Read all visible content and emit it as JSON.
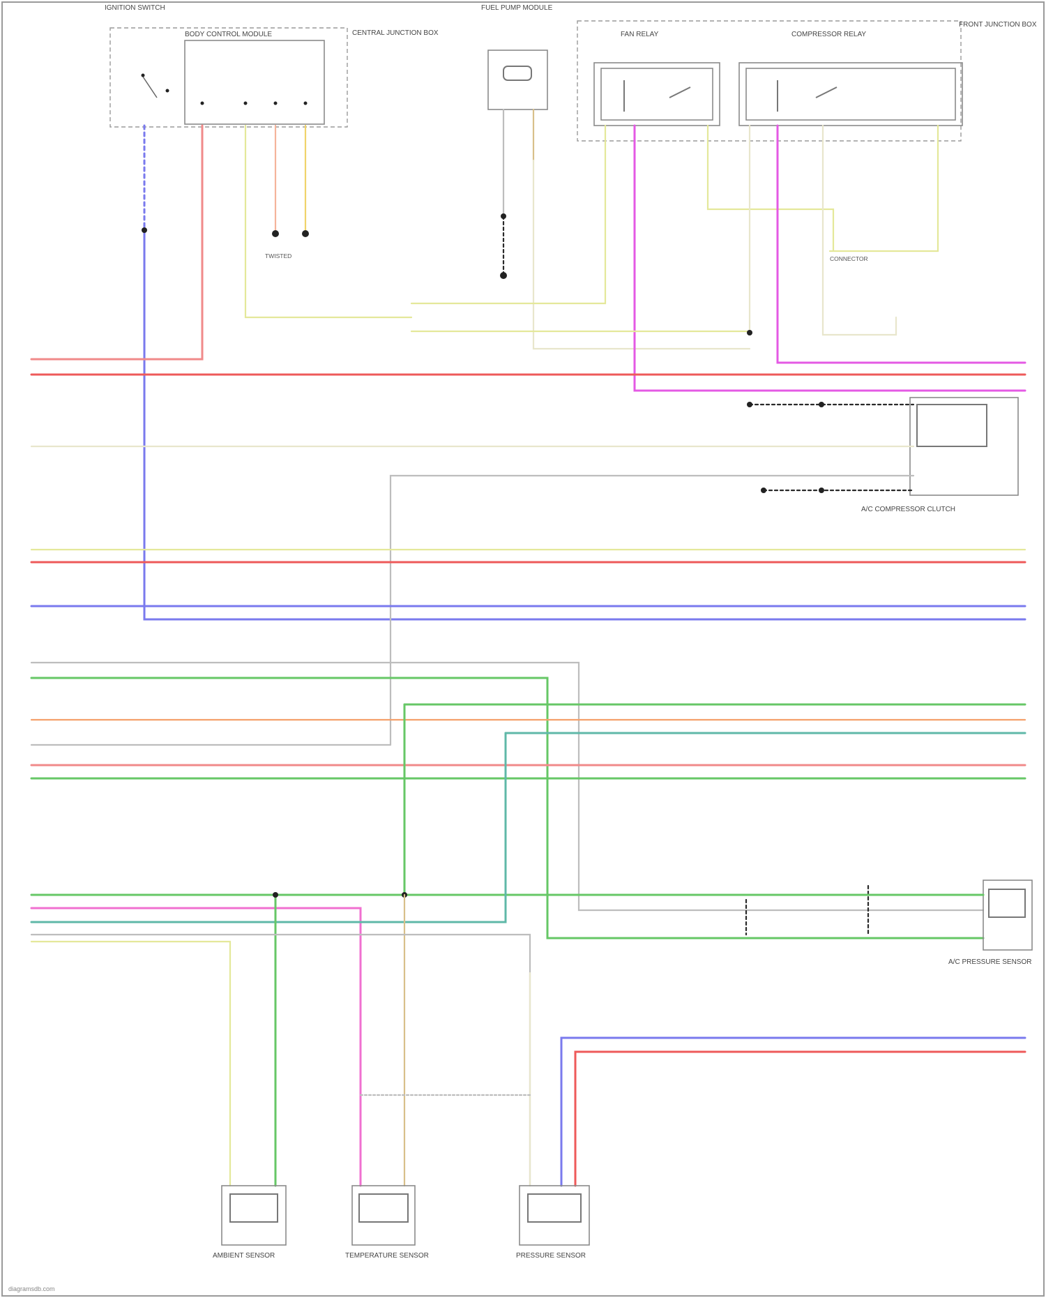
{
  "colors": {
    "red": "#ee5a5a",
    "pink": "#f08a8a",
    "magenta": "#e45ae4",
    "blue": "#7a7aee",
    "green": "#66c766",
    "teal": "#5fb8a8",
    "orange": "#f5a06b",
    "yellow": "#f0e06a",
    "yellowgreen": "#e4e89a",
    "cream": "#e8e6cc",
    "tan": "#d8c08a",
    "gray": "#bdbdbd",
    "black": "#2a2a2a"
  },
  "components": {
    "ignition_switch": "IGNITION SWITCH",
    "body_control_module": "BODY CONTROL MODULE",
    "central_junction_box": "CENTRAL JUNCTION BOX",
    "fuel_pump_module": "FUEL PUMP MODULE",
    "front_junction_box": "FRONT JUNCTION BOX",
    "fan_relay": "FAN RELAY",
    "compressor_relay": "COMPRESSOR RELAY",
    "ac_compressor_clutch": "A/C COMPRESSOR CLUTCH",
    "ac_pressure_sensor": "A/C PRESSURE SENSOR",
    "ambient_sensor": "AMBIENT SENSOR",
    "temperature_sensor": "TEMPERATURE SENSOR",
    "pressure_sensor": "PRESSURE SENSOR"
  },
  "footer": "diagramsdb.com"
}
